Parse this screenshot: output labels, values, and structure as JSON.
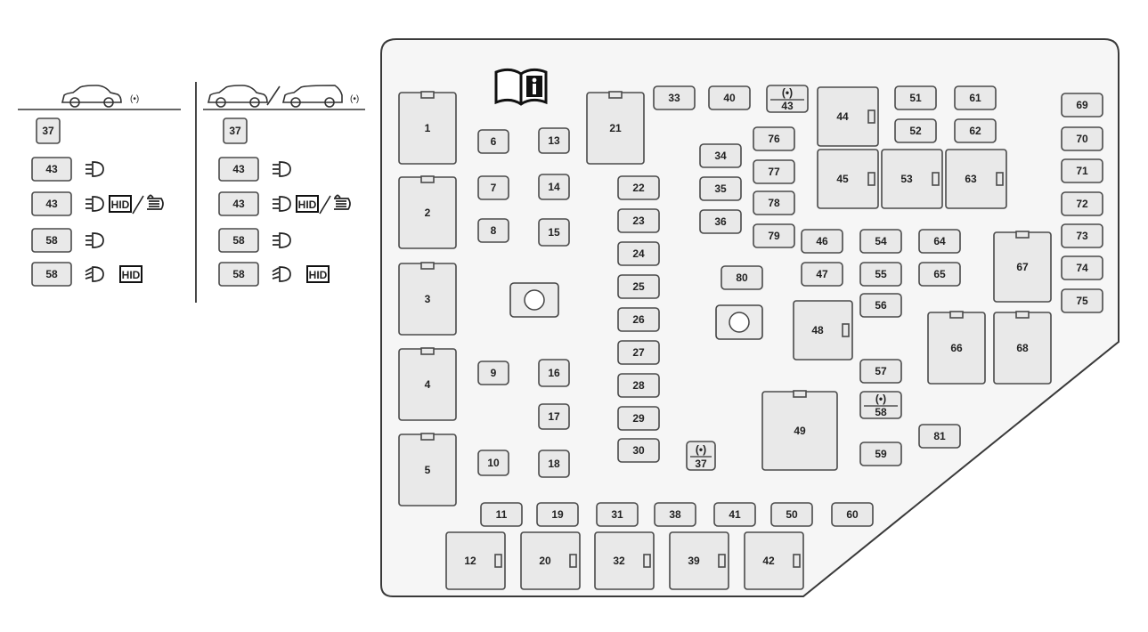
{
  "options_mark": "(•)",
  "book_icon": "book-info-icon",
  "hid_label": "HID",
  "legend": {
    "left_items": [
      "37",
      "43",
      "43",
      "58",
      "58"
    ],
    "right_items": [
      "37",
      "43",
      "43",
      "58",
      "58"
    ]
  },
  "fuses": [
    "6",
    "7",
    "8",
    "9",
    "10",
    "11",
    "13",
    "14",
    "15",
    "16",
    "17",
    "18",
    "19",
    "22",
    "23",
    "24",
    "25",
    "26",
    "27",
    "28",
    "29",
    "30",
    "31",
    "33",
    "34",
    "35",
    "36",
    "38",
    "40",
    "41",
    "46",
    "47",
    "50",
    "51",
    "52",
    "54",
    "55",
    "56",
    "57",
    "59",
    "60",
    "61",
    "62",
    "64",
    "65",
    "69",
    "70",
    "71",
    "72",
    "73",
    "74",
    "75",
    "76",
    "77",
    "78",
    "79",
    "80",
    "81"
  ],
  "relays": [
    "1",
    "2",
    "3",
    "4",
    "5",
    "12",
    "20",
    "21",
    "32",
    "39",
    "42",
    "44",
    "45",
    "48",
    "49",
    "53",
    "63",
    "66",
    "67",
    "68"
  ],
  "optional_fuses": [
    "43",
    "58",
    "37"
  ]
}
